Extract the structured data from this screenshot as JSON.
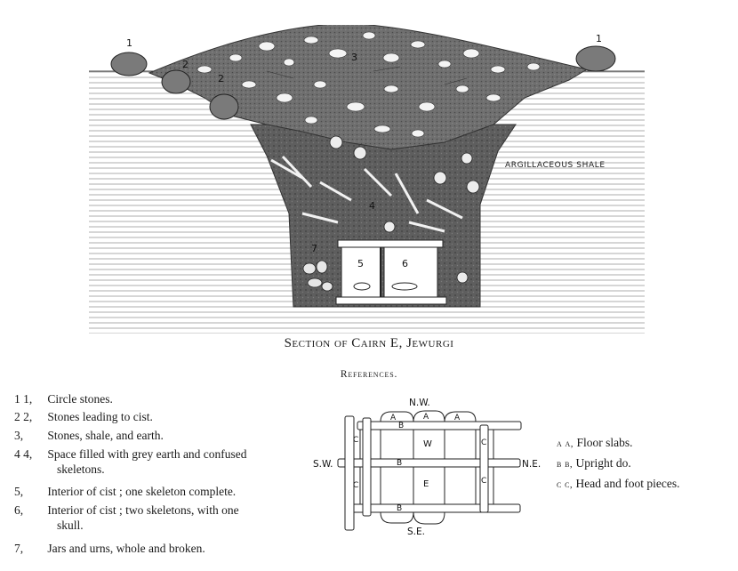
{
  "figure": {
    "caption": "Section of Cairn E, Jewurgi",
    "shale_label": "ARGILLACEOUS SHALE",
    "markers": [
      "1",
      "1",
      "2",
      "2",
      "3",
      "4",
      "5",
      "6",
      "7"
    ]
  },
  "references": {
    "heading": "References.",
    "items": [
      {
        "num": "1 1,",
        "text": "Circle stones."
      },
      {
        "num": "2 2,",
        "text": "Stones leading to cist."
      },
      {
        "num": "3,",
        "text": "Stones, shale, and earth."
      },
      {
        "num": "4 4,",
        "text": "Space filled with grey earth and confused",
        "cont": "skeletons."
      },
      {
        "num": "5,",
        "text": "Interior of cist ;  one skeleton complete."
      },
      {
        "num": "6,",
        "text": "Interior of cist ;  two skeletons, with one",
        "cont": "skull."
      },
      {
        "num": "7,",
        "text": "Jars and urns, whole and broken."
      }
    ]
  },
  "plan": {
    "directions": {
      "n": "N.W.",
      "s": "S.E.",
      "w": "S.W.",
      "e": "N.E."
    },
    "labels": {
      "a": "A",
      "b": "B",
      "c": "C",
      "w": "W",
      "e": "E"
    },
    "key": [
      {
        "code": "a a,",
        "text": "Floor slabs."
      },
      {
        "code": "b b,",
        "text": "Upright do."
      },
      {
        "code": "c c,",
        "text": "Head and foot pieces."
      }
    ]
  }
}
